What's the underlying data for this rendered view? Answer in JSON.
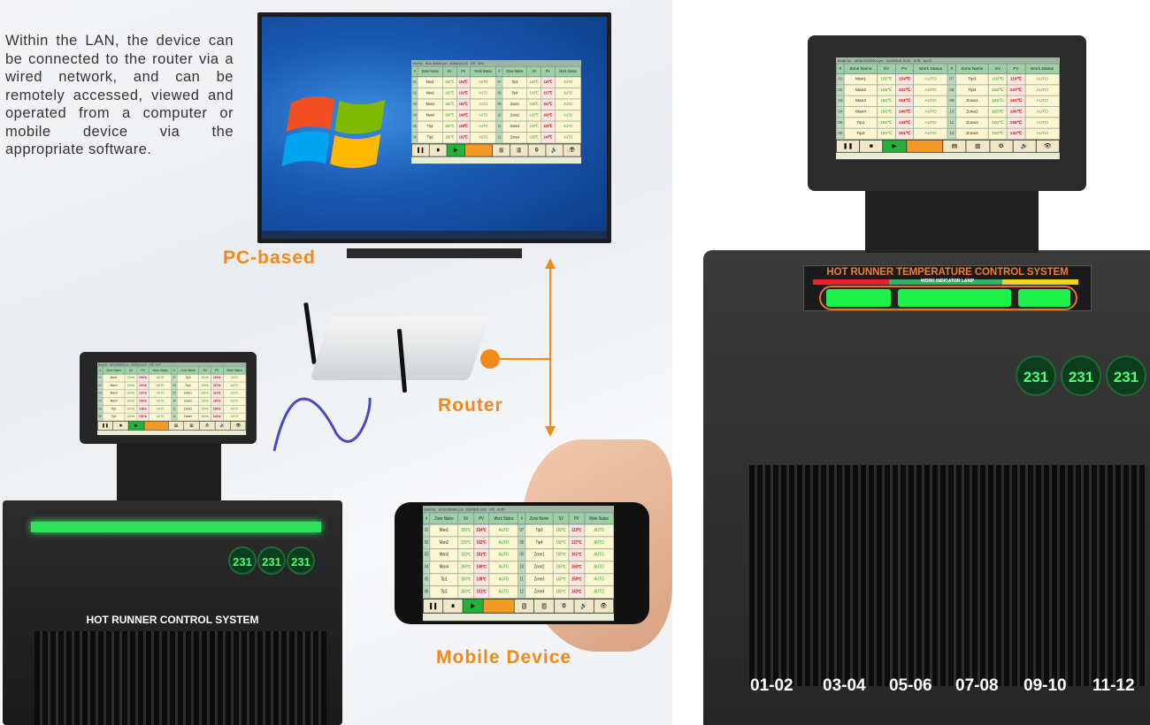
{
  "intro_text": "Within the LAN, the device can be connected to the router via a wired network, and can be remotely accessed, viewed and operated from a computer or mobile device via the appropriate software.",
  "labels": {
    "pc": "PC-based",
    "router": "Router",
    "mobile": "Mobile Device"
  },
  "screen": {
    "header": {
      "model": "Model No.",
      "file": "MOULD0000001.prd",
      "date": "2020/06/15 10:30",
      "temp": "31℃",
      "mode": "AUTO"
    },
    "columns": [
      "#",
      "Zone Name",
      "SV",
      "PV",
      "Work Status"
    ],
    "zones": [
      {
        "no": "01",
        "name": "Man1",
        "sv": "155℃",
        "pv": "154℃",
        "status": "AUTO"
      },
      {
        "no": "02",
        "name": "Man2",
        "sv": "155℃",
        "pv": "102℃",
        "status": "AUTO"
      },
      {
        "no": "03",
        "name": "Man3",
        "sv": "160℃",
        "pv": "161℃",
        "status": "AUTO"
      },
      {
        "no": "04",
        "name": "Man4",
        "sv": "160℃",
        "pv": "146℃",
        "status": "AUTO"
      },
      {
        "no": "05",
        "name": "Tip1",
        "sv": "180℃",
        "pv": "138℃",
        "status": "AUTO"
      },
      {
        "no": "06",
        "name": "Tip2",
        "sv": "180℃",
        "pv": "151℃",
        "status": "AUTO"
      },
      {
        "no": "07",
        "name": "Tip3",
        "sv": "160℃",
        "pv": "119℃",
        "status": "AUTO"
      },
      {
        "no": "08",
        "name": "Tip4",
        "sv": "160℃",
        "pv": "137℃",
        "status": "AUTO"
      },
      {
        "no": "09",
        "name": "Zone1",
        "sv": "165℃",
        "pv": "161℃",
        "status": "AUTO"
      },
      {
        "no": "10",
        "name": "Zone2",
        "sv": "165℃",
        "pv": "160℃",
        "status": "AUTO"
      },
      {
        "no": "11",
        "name": "Zone3",
        "sv": "160℃",
        "pv": "159℃",
        "status": "AUTO"
      },
      {
        "no": "12",
        "name": "Zone4",
        "sv": "160℃",
        "pv": "143℃",
        "status": "AUTO"
      }
    ],
    "buttons": [
      {
        "name": "pause-button",
        "glyph": "❚❚"
      },
      {
        "name": "stop-button",
        "glyph": "■"
      },
      {
        "name": "start-button",
        "glyph": "▶"
      },
      {
        "name": "blank",
        "glyph": ""
      },
      {
        "name": "monitor-button",
        "glyph": "▤"
      },
      {
        "name": "chart-button",
        "glyph": "▥"
      },
      {
        "name": "settings-button",
        "glyph": "⚙"
      },
      {
        "name": "alarm-button",
        "glyph": "🔊"
      },
      {
        "name": "view-button",
        "glyph": "👁"
      }
    ]
  },
  "machine_left": {
    "title": "HOT RUNNER CONTROL SYSTEM",
    "display": "231"
  },
  "machine_right": {
    "title": "HOT RUNNER TEMPERATURE CONTROL SYSTEM",
    "lamp_label": "WORK INDICATOR LAMP",
    "display": "231",
    "channels": [
      "01-02",
      "03-04",
      "05-06",
      "07-08",
      "09-10",
      "11-12"
    ]
  },
  "colors": {
    "accent": "#f08a1c",
    "lamp_green": "#1ef04a"
  }
}
